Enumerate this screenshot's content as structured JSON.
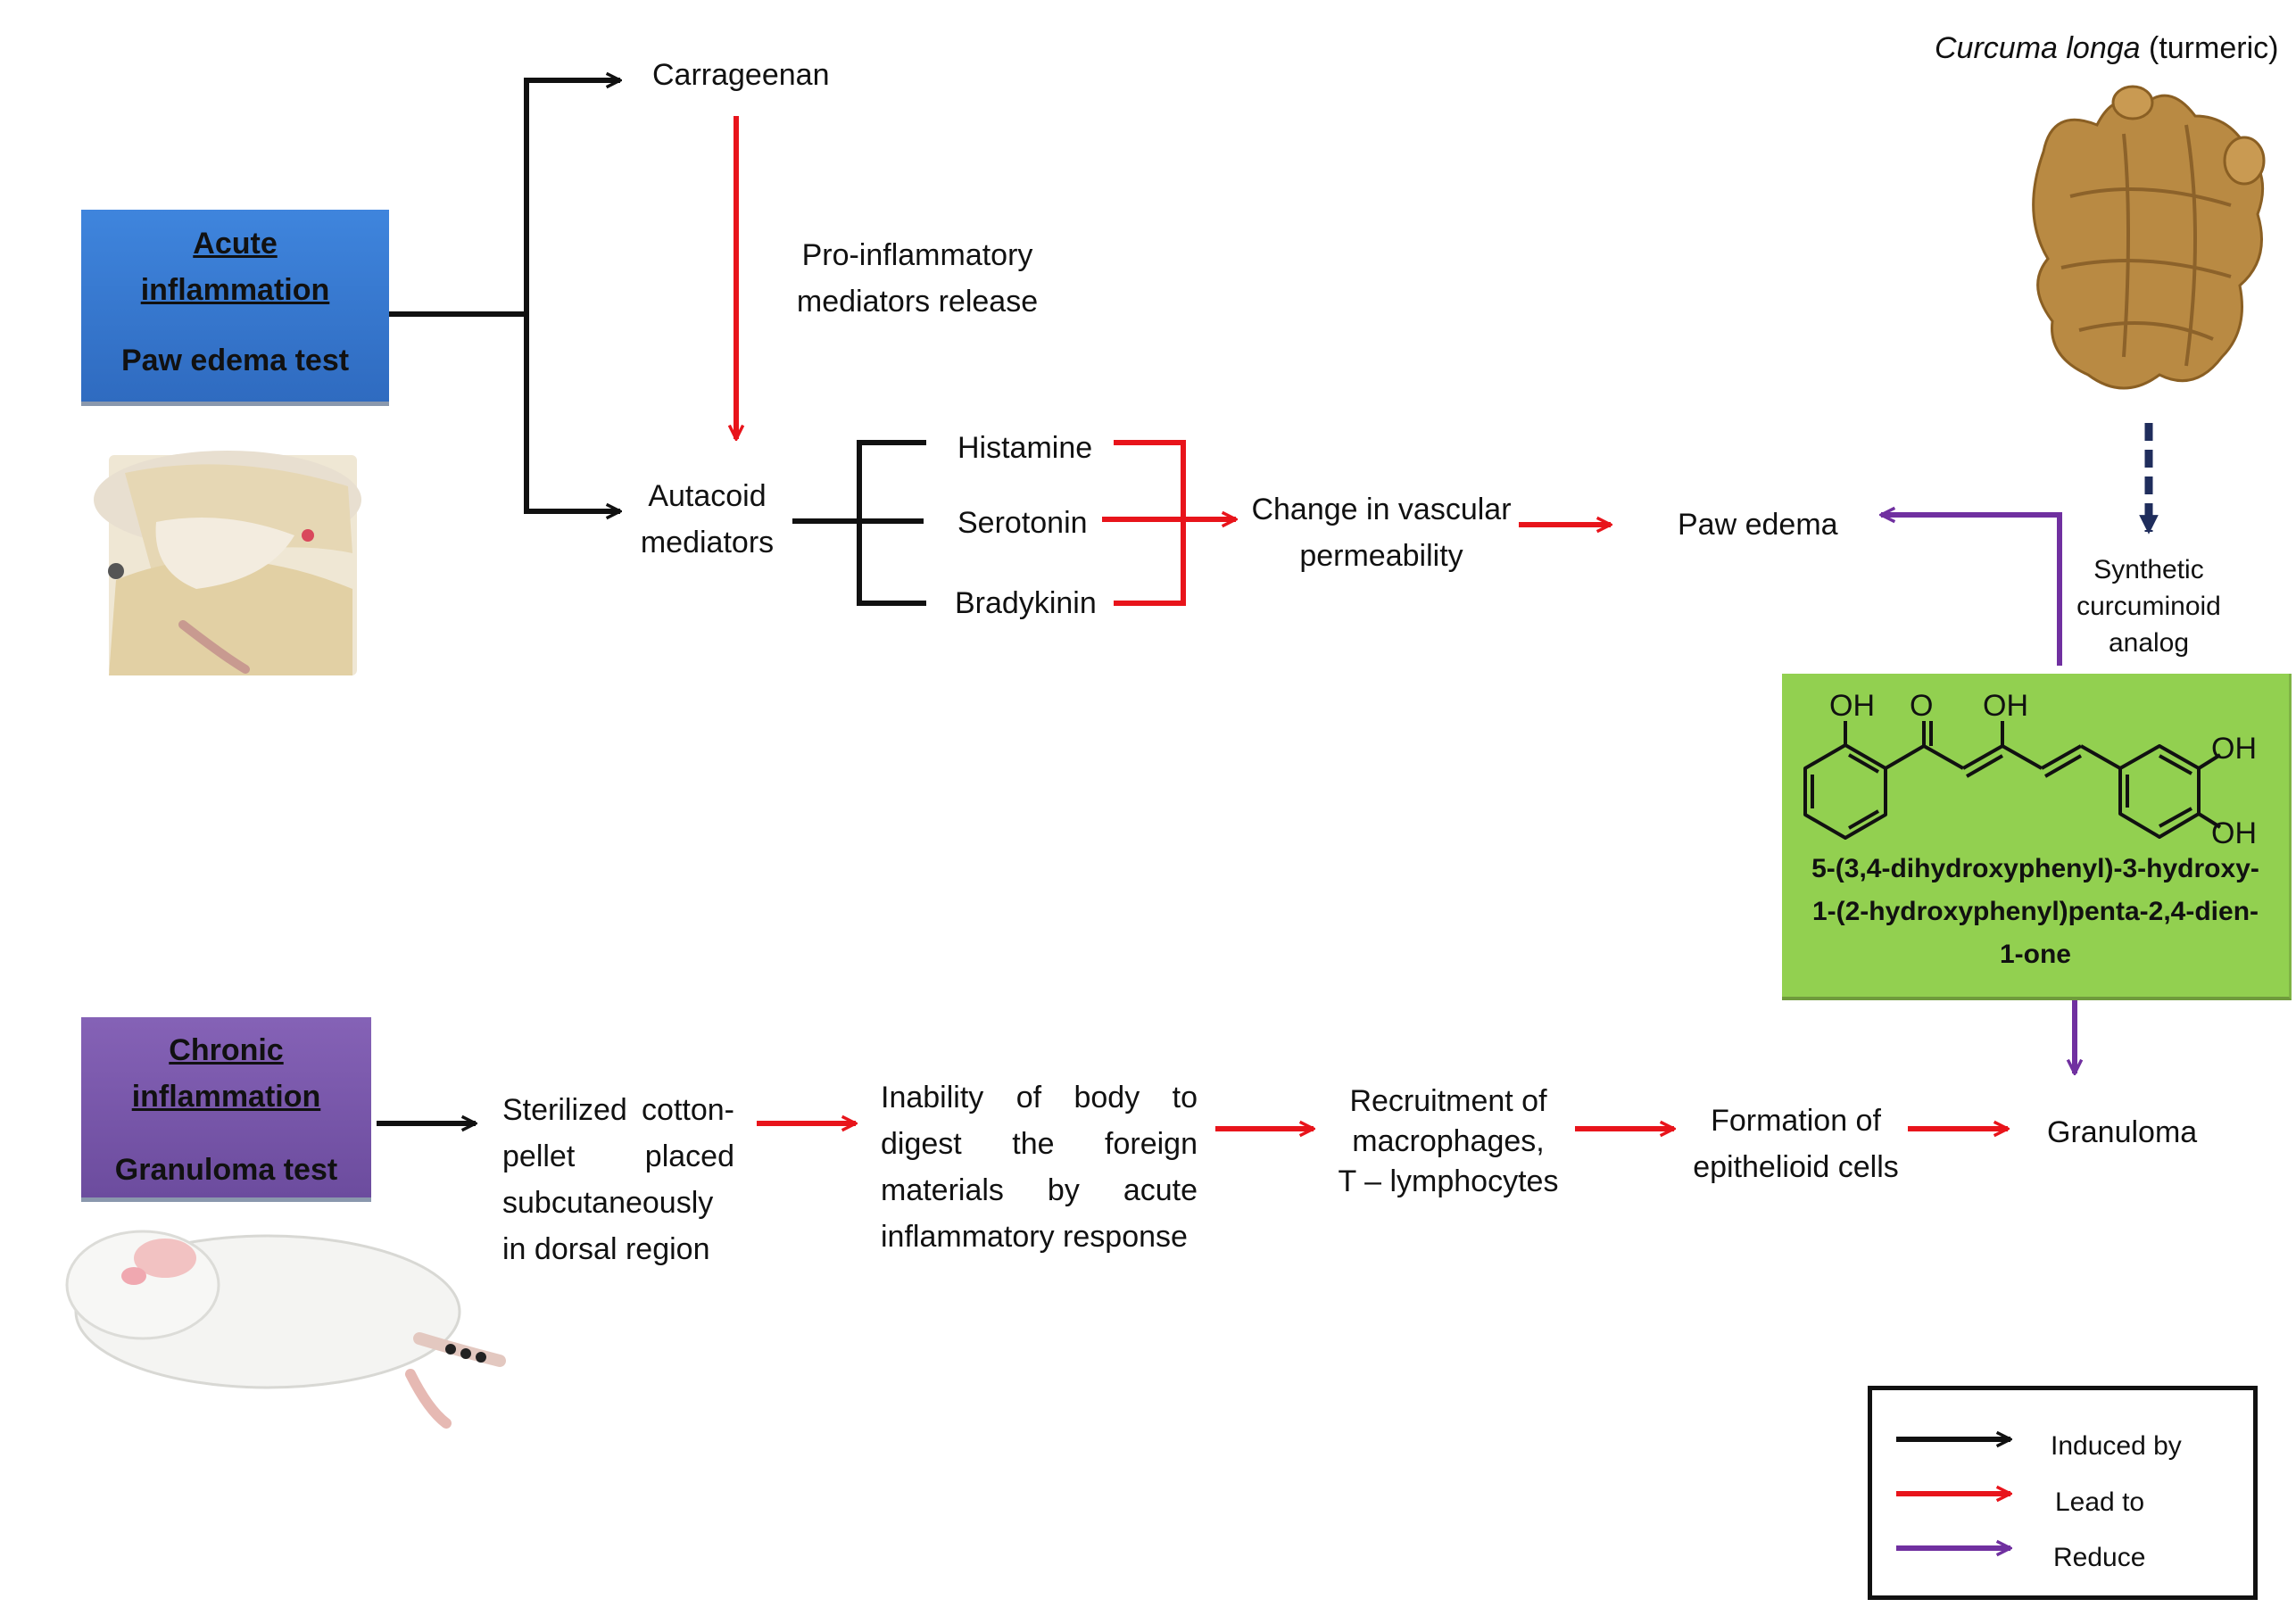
{
  "acute": {
    "title_line1": "Acute",
    "title_line2": "inflammation",
    "test": "Paw edema test",
    "color": "#3a7bd5"
  },
  "chronic": {
    "title_line1": "Chronic",
    "title_line2": "inflammation",
    "test": "Granuloma test",
    "color": "#7b57ab"
  },
  "nodes": {
    "carrageenan": "Carrageenan",
    "proinflammatory_line1": "Pro-inflammatory",
    "proinflammatory_line2": "mediators release",
    "autacoid_line1": "Autacoid",
    "autacoid_line2": "mediators",
    "histamine": "Histamine",
    "serotonin": "Serotonin",
    "bradykinin": "Bradykinin",
    "vascular_line1": "Change in vascular",
    "vascular_line2": "permeability",
    "paw_edema": "Paw edema",
    "synthetic_line1": "Synthetic",
    "synthetic_line2": "curcuminoid",
    "synthetic_line3": "analog",
    "turmeric_italic": "Curcuma longa",
    "turmeric_plain": " (turmeric)",
    "cotton_line1": "Sterilized cotton-",
    "cotton_line2": "pellet placed",
    "cotton_line3": "subcutaneously",
    "cotton_line4": "in dorsal region",
    "inability_line1": "Inability of body to",
    "inability_line2": "digest the foreign",
    "inability_line3": "materials by acute",
    "inability_line4": "inflammatory response",
    "recruitment_line1": "Recruitment of",
    "recruitment_line2": "macrophages,",
    "recruitment_line3": "T – lymphocytes",
    "formation_line1": "Formation of",
    "formation_line2": "epithelioid cells",
    "granuloma": "Granuloma"
  },
  "compound": {
    "name_line1": "5-(3,4-dihydroxyphenyl)-3-hydroxy-",
    "name_line2": "1-(2-hydroxyphenyl)penta-2,4-dien-",
    "name_line3": "1-one",
    "oh1": "OH",
    "o": "O",
    "oh2": "OH",
    "oh3": "OH",
    "oh4": "OH",
    "color": "#92d050"
  },
  "legend": {
    "induced": "Induced by",
    "lead": "Lead to",
    "reduce": "Reduce"
  },
  "colors": {
    "induced": "#111111",
    "lead": "#e8141b",
    "reduce": "#7030a0",
    "synthetic_arrow": "#1f2d5c"
  }
}
